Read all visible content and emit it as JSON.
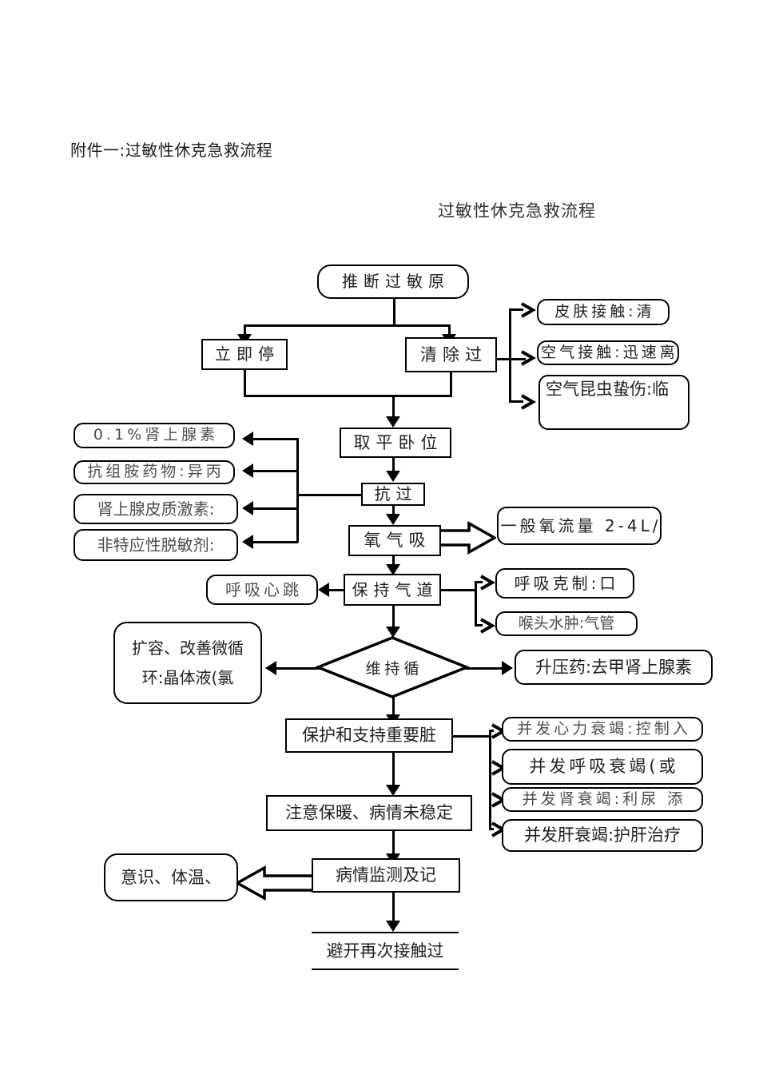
{
  "document": {
    "attachment_label": "附件一:过敏性休克急救流程",
    "chart_title": "过敏性休克急救流程"
  },
  "chart_data": {
    "type": "diagram",
    "diagram_kind": "flowchart",
    "title": "过敏性休克急救流程",
    "orientation": "top-to-bottom",
    "nodes": [
      {
        "id": "n1",
        "label": "推断过敏原",
        "shape": "rounded-rect"
      },
      {
        "id": "n2",
        "label": "立即停",
        "shape": "rect"
      },
      {
        "id": "n3",
        "label": "清除过",
        "shape": "rect"
      },
      {
        "id": "n4",
        "label": "皮肤接触:清",
        "shape": "rounded-rect"
      },
      {
        "id": "n5",
        "label": "空气接触:迅速离",
        "shape": "rounded-rect"
      },
      {
        "id": "n6",
        "label": "空气昆虫蛰伤:临",
        "shape": "rounded-rect"
      },
      {
        "id": "n7",
        "label": "取平卧位",
        "shape": "rect"
      },
      {
        "id": "n8",
        "label": "抗过",
        "shape": "rect"
      },
      {
        "id": "n9",
        "label": "氧气吸",
        "shape": "rect"
      },
      {
        "id": "n10",
        "label": "一般氧流量 2-4L/",
        "shape": "rounded-rect"
      },
      {
        "id": "n11",
        "label": "0.1%肾上腺素",
        "shape": "rounded-rect"
      },
      {
        "id": "n12",
        "label": "抗组胺药物:异丙",
        "shape": "rounded-rect"
      },
      {
        "id": "n13",
        "label": "肾上腺皮质激素:",
        "shape": "rounded-rect"
      },
      {
        "id": "n14",
        "label": "非特应性脱敏剂:",
        "shape": "rounded-rect"
      },
      {
        "id": "n15",
        "label": "保持气道",
        "shape": "rect"
      },
      {
        "id": "n16",
        "label": "呼吸心跳",
        "shape": "rounded-rect"
      },
      {
        "id": "n17",
        "label": "呼吸克制:口",
        "shape": "rounded-rect"
      },
      {
        "id": "n18",
        "label": "喉头水肿:气管",
        "shape": "rounded-rect"
      },
      {
        "id": "n19",
        "label": "维持循",
        "shape": "diamond"
      },
      {
        "id": "n20",
        "label": "扩容、改善微循 / 环:晶体液(氯",
        "shape": "rounded-rect",
        "line1": "扩容、改善微循",
        "line2": "环:晶体液(氯"
      },
      {
        "id": "n21",
        "label": "升压药:去甲肾上腺素",
        "shape": "rounded-rect"
      },
      {
        "id": "n22",
        "label": "保护和支持重要脏",
        "shape": "rect"
      },
      {
        "id": "n23",
        "label": "并发心力衰竭:控制入",
        "shape": "rounded-rect"
      },
      {
        "id": "n24",
        "label": "并发呼吸衰竭(或",
        "shape": "rounded-rect"
      },
      {
        "id": "n25",
        "label": "并发肾衰竭:利尿 添",
        "shape": "rounded-rect"
      },
      {
        "id": "n26",
        "label": "并发肝衰竭:护肝治疗",
        "shape": "rounded-rect"
      },
      {
        "id": "n27",
        "label": "注意保暖、病情未稳定",
        "shape": "rect"
      },
      {
        "id": "n28",
        "label": "病情监测及记",
        "shape": "rect"
      },
      {
        "id": "n29",
        "label": "意识、体温、",
        "shape": "rounded-rect"
      },
      {
        "id": "n30",
        "label": "避开再次接触过",
        "shape": "open-band"
      }
    ],
    "edges": [
      {
        "from": "n1",
        "to": "n2",
        "style": "arrow"
      },
      {
        "from": "n1",
        "to": "n3",
        "style": "arrow"
      },
      {
        "from": "n3",
        "to": "n4",
        "style": "chevron"
      },
      {
        "from": "n3",
        "to": "n5",
        "style": "chevron"
      },
      {
        "from": "n3",
        "to": "n6",
        "style": "chevron"
      },
      {
        "from": "n2",
        "to": "n7",
        "style": "arrow"
      },
      {
        "from": "n3",
        "to": "n7",
        "style": "arrow"
      },
      {
        "from": "n7",
        "to": "n8",
        "style": "arrow"
      },
      {
        "from": "n8",
        "to": "n9",
        "style": "arrow"
      },
      {
        "from": "n8",
        "to": "n11",
        "style": "arrow"
      },
      {
        "from": "n8",
        "to": "n12",
        "style": "arrow"
      },
      {
        "from": "n8",
        "to": "n13",
        "style": "arrow"
      },
      {
        "from": "n8",
        "to": "n14",
        "style": "arrow"
      },
      {
        "from": "n9",
        "to": "n10",
        "style": "block-arrow"
      },
      {
        "from": "n9",
        "to": "n15",
        "style": "arrow"
      },
      {
        "from": "n15",
        "to": "n16",
        "style": "arrow"
      },
      {
        "from": "n15",
        "to": "n17",
        "style": "chevron"
      },
      {
        "from": "n15",
        "to": "n18",
        "style": "chevron"
      },
      {
        "from": "n15",
        "to": "n19",
        "style": "arrow"
      },
      {
        "from": "n19",
        "to": "n20",
        "style": "arrow"
      },
      {
        "from": "n19",
        "to": "n21",
        "style": "arrow"
      },
      {
        "from": "n19",
        "to": "n22",
        "style": "arrow"
      },
      {
        "from": "n22",
        "to": "n23",
        "style": "chevron"
      },
      {
        "from": "n22",
        "to": "n24",
        "style": "chevron"
      },
      {
        "from": "n22",
        "to": "n25",
        "style": "chevron"
      },
      {
        "from": "n22",
        "to": "n26",
        "style": "chevron"
      },
      {
        "from": "n22",
        "to": "n27",
        "style": "arrow"
      },
      {
        "from": "n27",
        "to": "n28",
        "style": "arrow"
      },
      {
        "from": "n28",
        "to": "n29",
        "style": "block-arrow"
      },
      {
        "from": "n28",
        "to": "n30",
        "style": "arrow"
      }
    ],
    "colors": {
      "stroke": "#000000",
      "text": "#1f1f1f",
      "muted_text": "#4d4d4d",
      "background": "#ffffff"
    }
  }
}
